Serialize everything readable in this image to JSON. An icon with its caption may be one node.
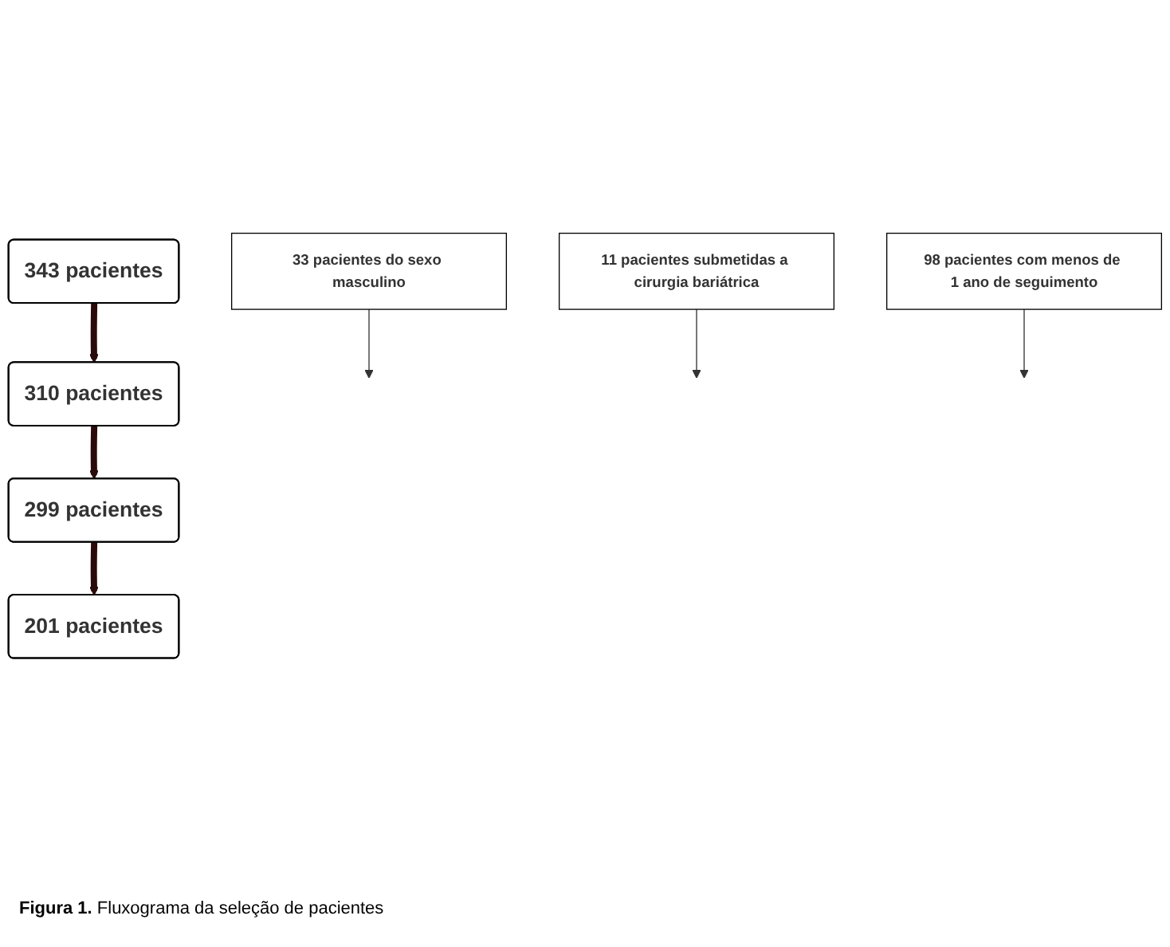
{
  "diagram": {
    "caption": "**Figura 1.** Fluxograma da seleção de pacientes",
    "nodes": [
      {
        "text": [
          "343 pacientes"
        ]
      },
      {
        "text": [
          "310 pacientes"
        ]
      },
      {
        "text": [
          "299 pacientes"
        ]
      },
      {
        "text": [
          "201 pacientes"
        ]
      },
      {
        "text": [
          "33 pacientes do sexo masculino"
        ]
      },
      {
        "text": [
          "11 pacientes submetidas a cirurgia bariátrica"
        ]
      },
      {
        "text": [
          "98 pacientes com menos de 1 ano de seguimento"
        ]
      }
    ],
    "edges": [
      {
        "from": 0,
        "to": 1,
        "arrow": "to",
        "style": "thick",
        "color": "#2a0a0a"
      },
      {
        "from": 4,
        "to": null,
        "arrow": "to"
      },
      {
        "from": 1,
        "to": 2,
        "arrow": "to",
        "style": "thick",
        "color": "#2a0a0a"
      },
      {
        "from": 5,
        "to": null,
        "arrow": "to"
      },
      {
        "from": 2,
        "to": 3,
        "arrow": "to",
        "style": "thick",
        "color": "#2a0a0a"
      },
      {
        "from": 6,
        "to": null,
        "arrow": "to"
      }
    ]
  }
}
